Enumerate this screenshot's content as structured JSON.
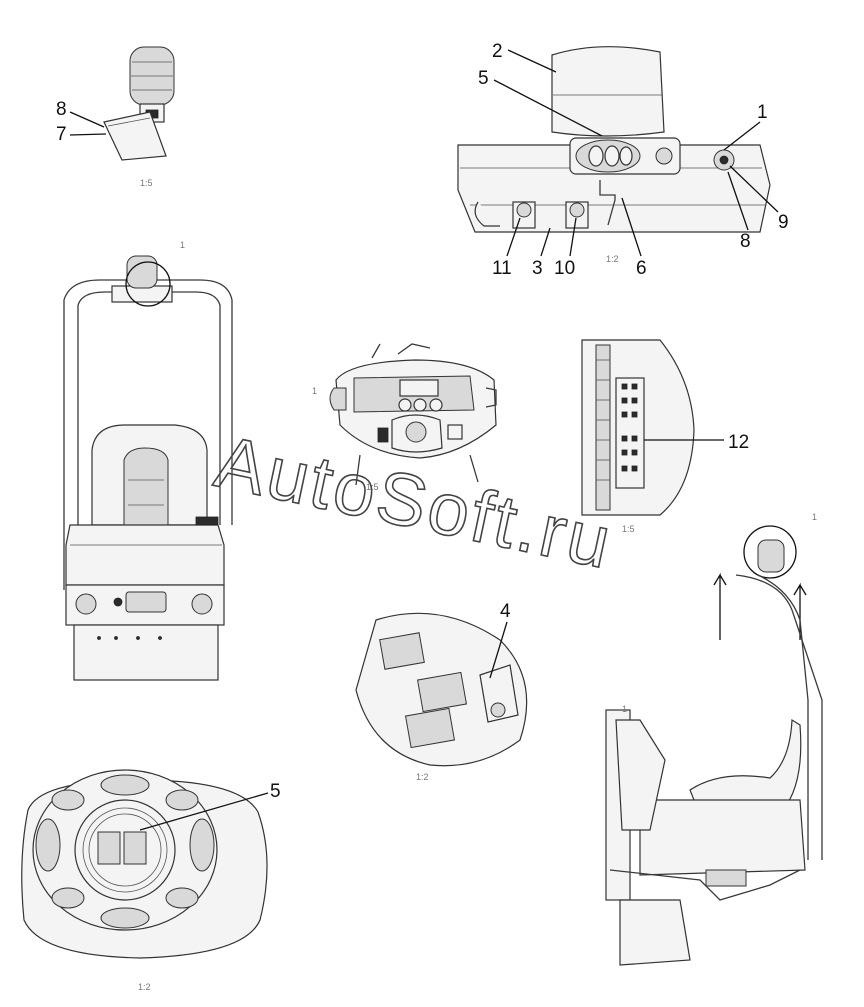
{
  "callouts": {
    "c1": "1",
    "c2": "2",
    "c3": "3",
    "c4": "4",
    "c5a": "5",
    "c5b": "5",
    "c6": "6",
    "c7": "7",
    "c8a": "8",
    "c8b": "8",
    "c9": "9",
    "c10": "10",
    "c11": "11",
    "c12": "12"
  },
  "view_marks": {
    "v1": "1",
    "v2": "1",
    "v3": "1",
    "v4": "1",
    "s1": "1:5",
    "s2": "1:2",
    "s3": "1:5",
    "s4": "1:5",
    "s5": "1:2",
    "s6": "1:2"
  },
  "watermark": "AutoSoft.ru",
  "colors": {
    "line": "#3a3a3a",
    "background": "#ffffff"
  }
}
